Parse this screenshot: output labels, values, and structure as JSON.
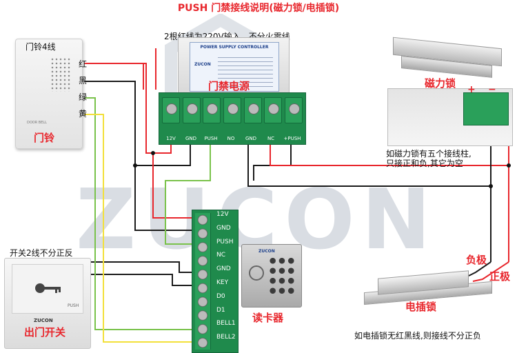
{
  "title": "PUSH 门禁接线说明(磁力锁/电插锁)",
  "power_note": "2根红线为220V输入，不分火零线",
  "power_supply": {
    "label": "门禁电源",
    "plate_title": "POWER SUPPLY CONTROLLER",
    "brand": "ZUCON",
    "terminals": [
      "12V",
      "GND",
      "PUSH",
      "NO",
      "GND",
      "NC",
      "+PUSH"
    ]
  },
  "doorbell": {
    "title": "门铃4线",
    "label": "门铃",
    "device_text": "DOOR BELL",
    "wires": [
      "红",
      "黑",
      "绿",
      "黄"
    ]
  },
  "exit_switch": {
    "note": "开关2线不分正反",
    "label": "出门开关",
    "push_text": "PUSH",
    "brand": "ZUCON"
  },
  "reader": {
    "label": "读卡器",
    "brand": "ZUCON",
    "terminals": [
      "12V",
      "GND",
      "PUSH",
      "NC",
      "GND",
      "KEY",
      "D0",
      "D1",
      "BELL1",
      "BELL2"
    ]
  },
  "mag_lock": {
    "label": "磁力锁",
    "note_line1": "如磁力锁有五个接线柱,",
    "note_line2": "只接正和负,其它为空"
  },
  "bolt_lock": {
    "label": "电插锁",
    "negative": "负极",
    "positive": "正极",
    "note": "如电插锁无红黑线,则接线不分正负"
  },
  "colors": {
    "red_wire": "#e8262c",
    "black_wire": "#1a1a1a",
    "green_wire": "#79c24a",
    "yellow_wire": "#f2e03a",
    "terminal_green": "#1f8a4c"
  }
}
